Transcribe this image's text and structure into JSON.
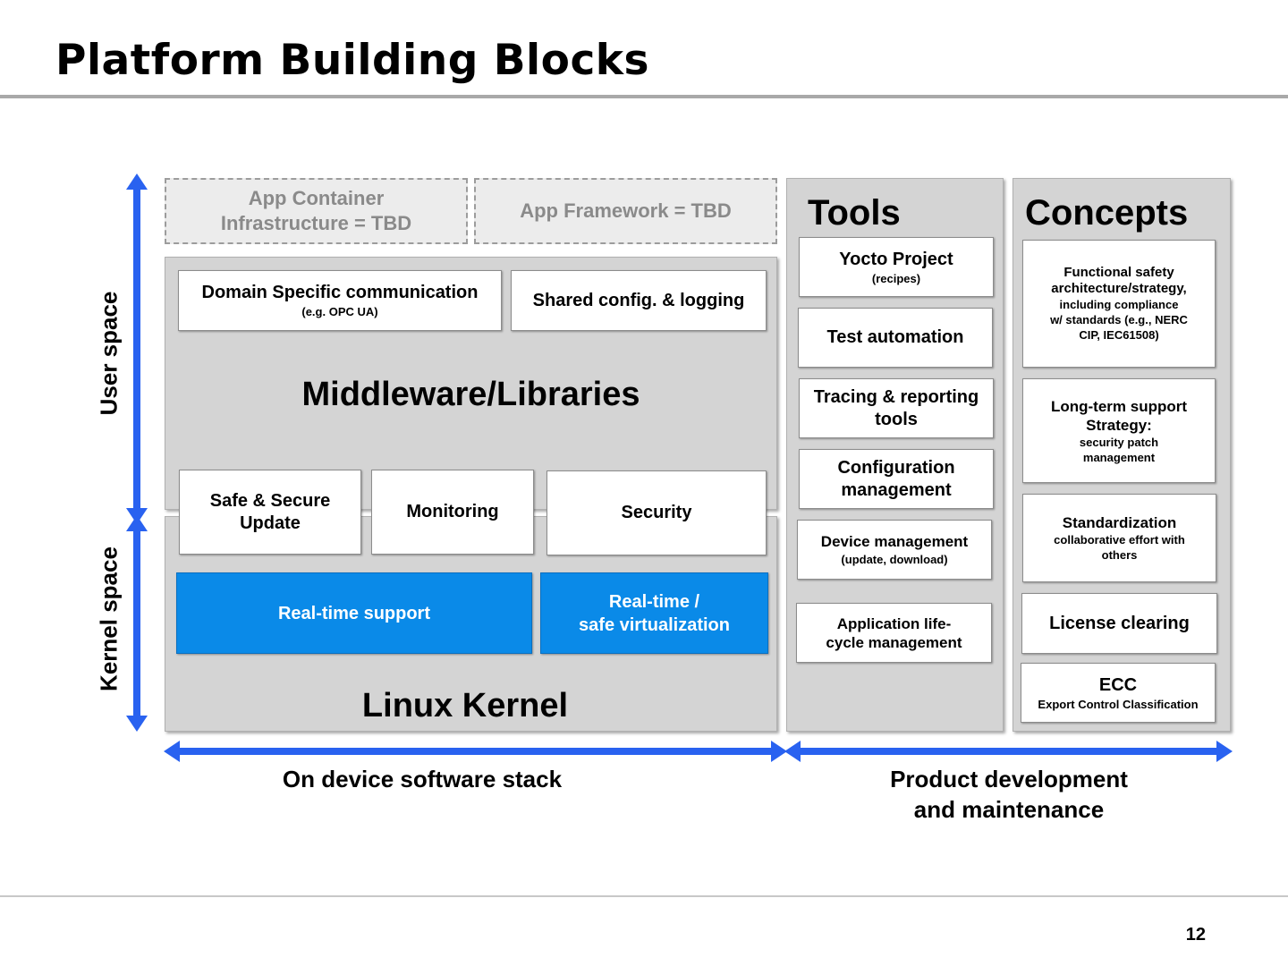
{
  "title": "Platform Building Blocks",
  "page_number": "12",
  "app_container": "App Container\nInfrastructure = TBD",
  "app_framework": "App Framework = TBD",
  "middleware": {
    "title": "Middleware/Libraries",
    "domain_comm": {
      "label": "Domain Specific communication",
      "sub": "(e.g. OPC UA)"
    },
    "shared_config": "Shared config. & logging",
    "safe_update": "Safe & Secure\nUpdate",
    "monitoring": "Monitoring",
    "security": "Security"
  },
  "kernel": {
    "title": "Linux Kernel",
    "realtime_support": "Real-time support",
    "realtime_virt": "Real-time /\nsafe virtualization"
  },
  "tools": {
    "heading": "Tools",
    "yocto": {
      "label": "Yocto Project",
      "sub": "(recipes)"
    },
    "test_automation": "Test automation",
    "tracing": "Tracing & reporting\ntools",
    "config_mgmt": "Configuration\nmanagement",
    "device_mgmt": {
      "label": "Device management",
      "sub": "(update, download)"
    },
    "app_lifecycle": "Application life-\ncycle management"
  },
  "concepts": {
    "heading": "Concepts",
    "functional_safety": "Functional safety\narchitecture/strategy,",
    "functional_safety_sub": "including compliance\nw/ standards  (e.g., NERC\nCIP, IEC61508)",
    "lts": "Long-term support\nStrategy:",
    "lts_sub": "security patch\nmanagement",
    "standardization": "Standardization",
    "standardization_sub": "collaborative effort with\nothers",
    "license": "License clearing",
    "ecc": "ECC",
    "ecc_sub": "Export Control Classification"
  },
  "labels": {
    "user_space": "User space",
    "kernel_space": "Kernel space",
    "on_device": "On device software stack",
    "product_dev": "Product development\nand maintenance"
  },
  "colors": {
    "arrow": "#2962f0",
    "realtime_blue": "#0a8ae8",
    "panel_gray": "#d4d4d4"
  }
}
